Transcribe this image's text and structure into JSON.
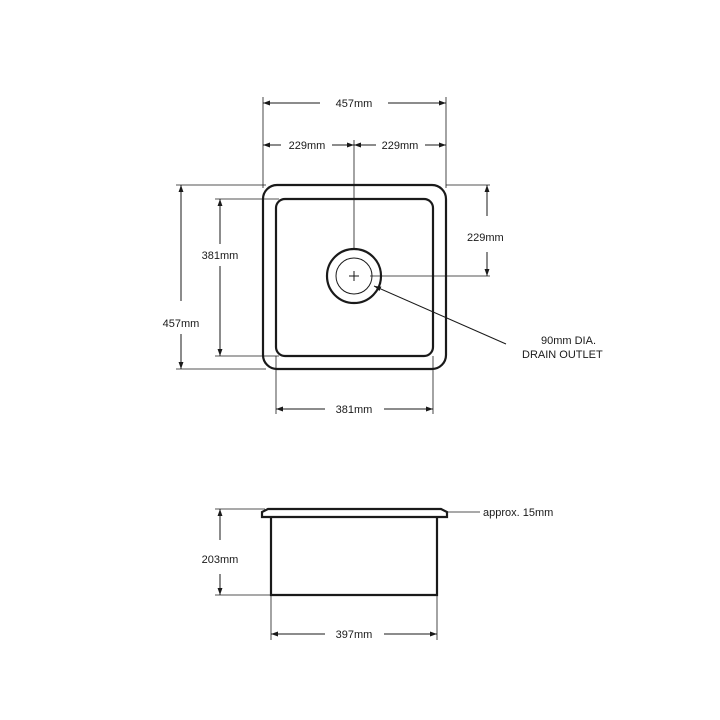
{
  "plan_view": {
    "overall_width": "457mm",
    "half_width_left": "229mm",
    "half_width_right": "229mm",
    "drain_offset": "229mm",
    "inner_height": "381mm",
    "overall_height": "457mm",
    "inner_width": "381mm",
    "drain_label_line1": "90mm  DIA.",
    "drain_label_line2": "DRAIN OUTLET"
  },
  "side_view": {
    "rim_note": "approx. 15mm",
    "depth": "203mm",
    "base_width": "397mm"
  }
}
